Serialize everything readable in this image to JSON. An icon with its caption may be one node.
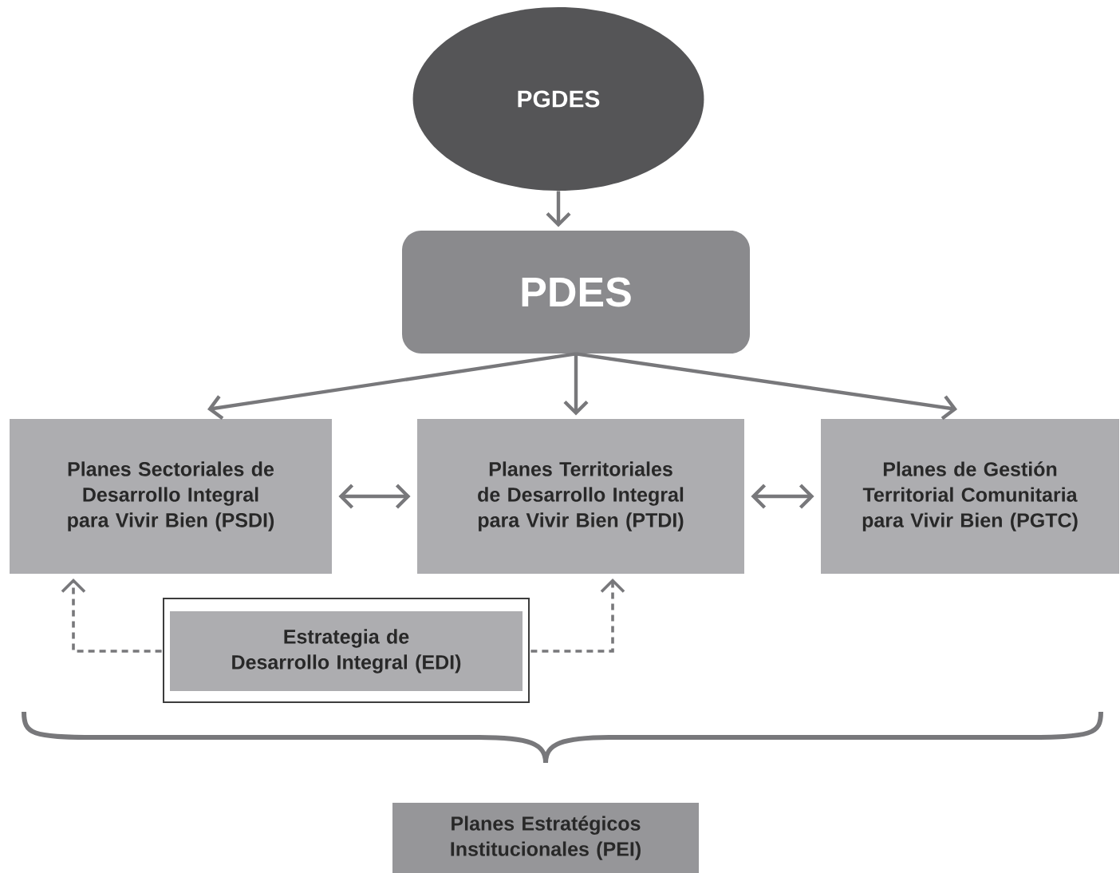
{
  "diagram": {
    "nodes": [
      {
        "text": [
          "PGDES"
        ]
      },
      {
        "text": [
          "PDES"
        ]
      },
      {
        "text": [
          "Planes Sectoriales de Desarrollo Integral para Vivir Bien (PSDI)"
        ]
      },
      {
        "text": [
          "Planes Territoriales de Desarrollo Integral para Vivir Bien (PTDI)"
        ]
      },
      {
        "text": [
          "Planes de Gestión Territorial Comunitaria para Vivir Bien (PGTC)"
        ]
      },
      {
        "text": [
          "Estrategia de Desarrollo Integral (EDI)"
        ]
      },
      {
        "text": [
          "Planes Estratégicos Institucionales (PEI)"
        ]
      }
    ],
    "edges": [
      {
        "from": 0,
        "to": 1,
        "arrow": "to"
      },
      {
        "from": 1,
        "to": 2,
        "arrow": "to"
      },
      {
        "from": 1,
        "to": 3,
        "arrow": "to"
      },
      {
        "from": 1,
        "to": 4,
        "arrow": "to"
      },
      {
        "from": 2,
        "to": 3,
        "arrow": "both"
      },
      {
        "from": 3,
        "to": 4,
        "arrow": "both"
      },
      {
        "from": 5,
        "to": 2,
        "arrow": "to",
        "style": "dashed"
      },
      {
        "from": 5,
        "to": 3,
        "arrow": "to",
        "style": "dashed"
      }
    ]
  }
}
